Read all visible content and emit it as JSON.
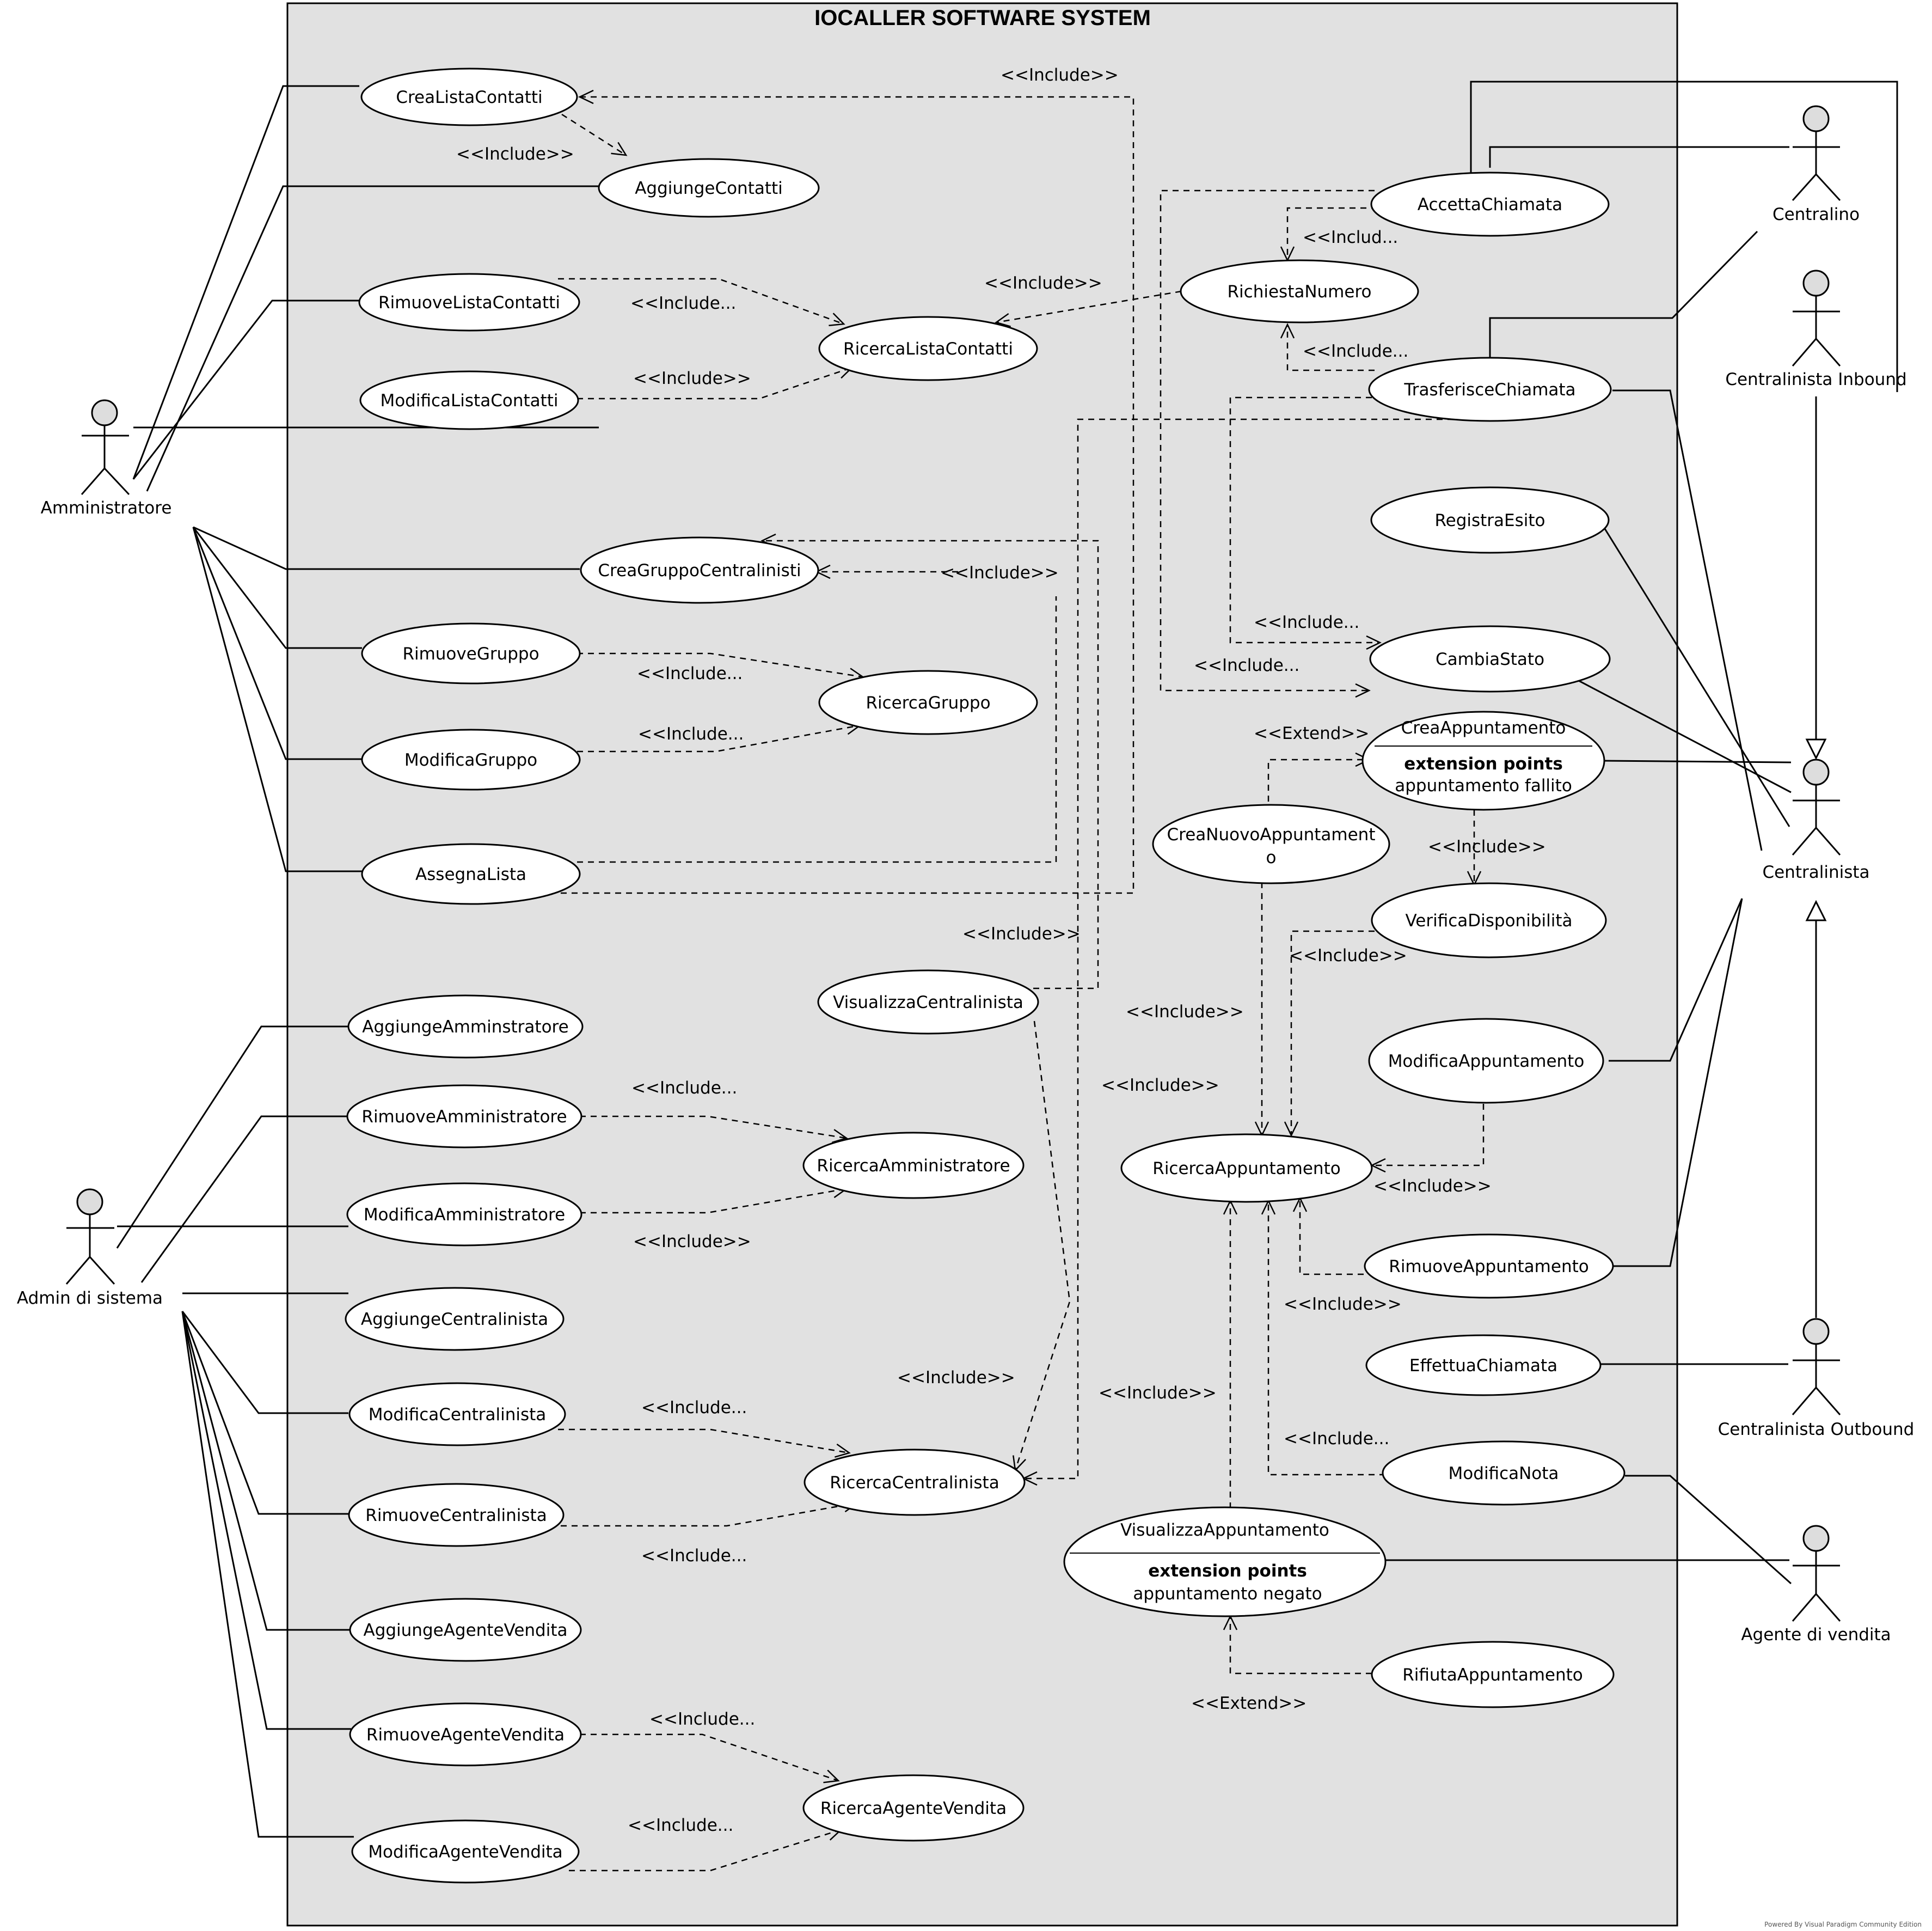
{
  "system": {
    "title": "IOCALLER SOFTWARE SYSTEM"
  },
  "actors": {
    "amministratore": "Amministratore",
    "admin": "Admin di sistema",
    "centralino": "Centralino",
    "inbound": "Centralinista Inbound",
    "centralinista": "Centralinista",
    "outbound": "Centralinista Outbound",
    "agente": "Agente di vendita"
  },
  "usecases": {
    "creaListaContatti": "CreaListaContatti",
    "aggiungeContatti": "AggiungeContatti",
    "rimuoveListaContatti": "RimuoveListaContatti",
    "modificaListaContatti": "ModificaListaContatti",
    "ricercaListaContatti": "RicercaListaContatti",
    "richiestaNumero": "RichiestaNumero",
    "accettaChiamata": "AccettaChiamata",
    "trasferisceChiamata": "TrasferisceChiamata",
    "registraEsito": "RegistraEsito",
    "cambiaStato": "CambiaStato",
    "creaGruppoCentralinisti": "CreaGruppoCentralinisti",
    "rimuoveGruppo": "RimuoveGruppo",
    "ricercaGruppo": "RicercaGruppo",
    "modificaGruppo": "ModificaGruppo",
    "assegnaLista": "AssegnaLista",
    "creaAppuntamento": "CreaAppuntamento",
    "creaAppuntamentoExtTitle": "extension points",
    "creaAppuntamentoExt": "appuntamento fallito",
    "creaNuovoAppuntamento1": "CreaNuovoAppuntament",
    "creaNuovoAppuntamento2": "o",
    "verificaDisponibilita": "VerificaDisponibilità",
    "visualizzaCentralinista": "VisualizzaCentralinista",
    "modificaAppuntamento": "ModificaAppuntamento",
    "ricercaAppuntamento": "RicercaAppuntamento",
    "rimuoveAppuntamento": "RimuoveAppuntamento",
    "effettuaChiamata": "EffettuaChiamata",
    "modificaNota": "ModificaNota",
    "visualizzaAppuntamento": "VisualizzaAppuntamento",
    "visualizzaAppuntamentoExtTitle": "extension points",
    "visualizzaAppuntamentoExt": "appuntamento negato",
    "rifiutaAppuntamento": "RifiutaAppuntamento",
    "aggiungeAmministratore": "AggiungeAmminstratore",
    "rimuoveAmministratore": "RimuoveAmministratore",
    "ricercaAmministratore": "RicercaAmministratore",
    "modificaAmministratore": "ModificaAmministratore",
    "aggiungeCentralinista": "AggiungeCentralinista",
    "modificaCentralinista": "ModificaCentralinista",
    "ricercaCentralinista": "RicercaCentralinista",
    "rimuoveCentralinista": "RimuoveCentralinista",
    "aggiungeAgenteVendita": "AggiungeAgenteVendita",
    "rimuoveAgenteVendita": "RimuoveAgenteVendita",
    "ricercaAgenteVendita": "RicercaAgenteVendita",
    "modificaAgenteVendita": "ModificaAgenteVendita"
  },
  "labels": {
    "include": "<<Include>>",
    "includeTrunc": "<<Include...",
    "includTrunc": "<<Includ...",
    "extend": "<<Extend>>"
  },
  "footer": "Powered By Visual Paradigm Community Edition"
}
